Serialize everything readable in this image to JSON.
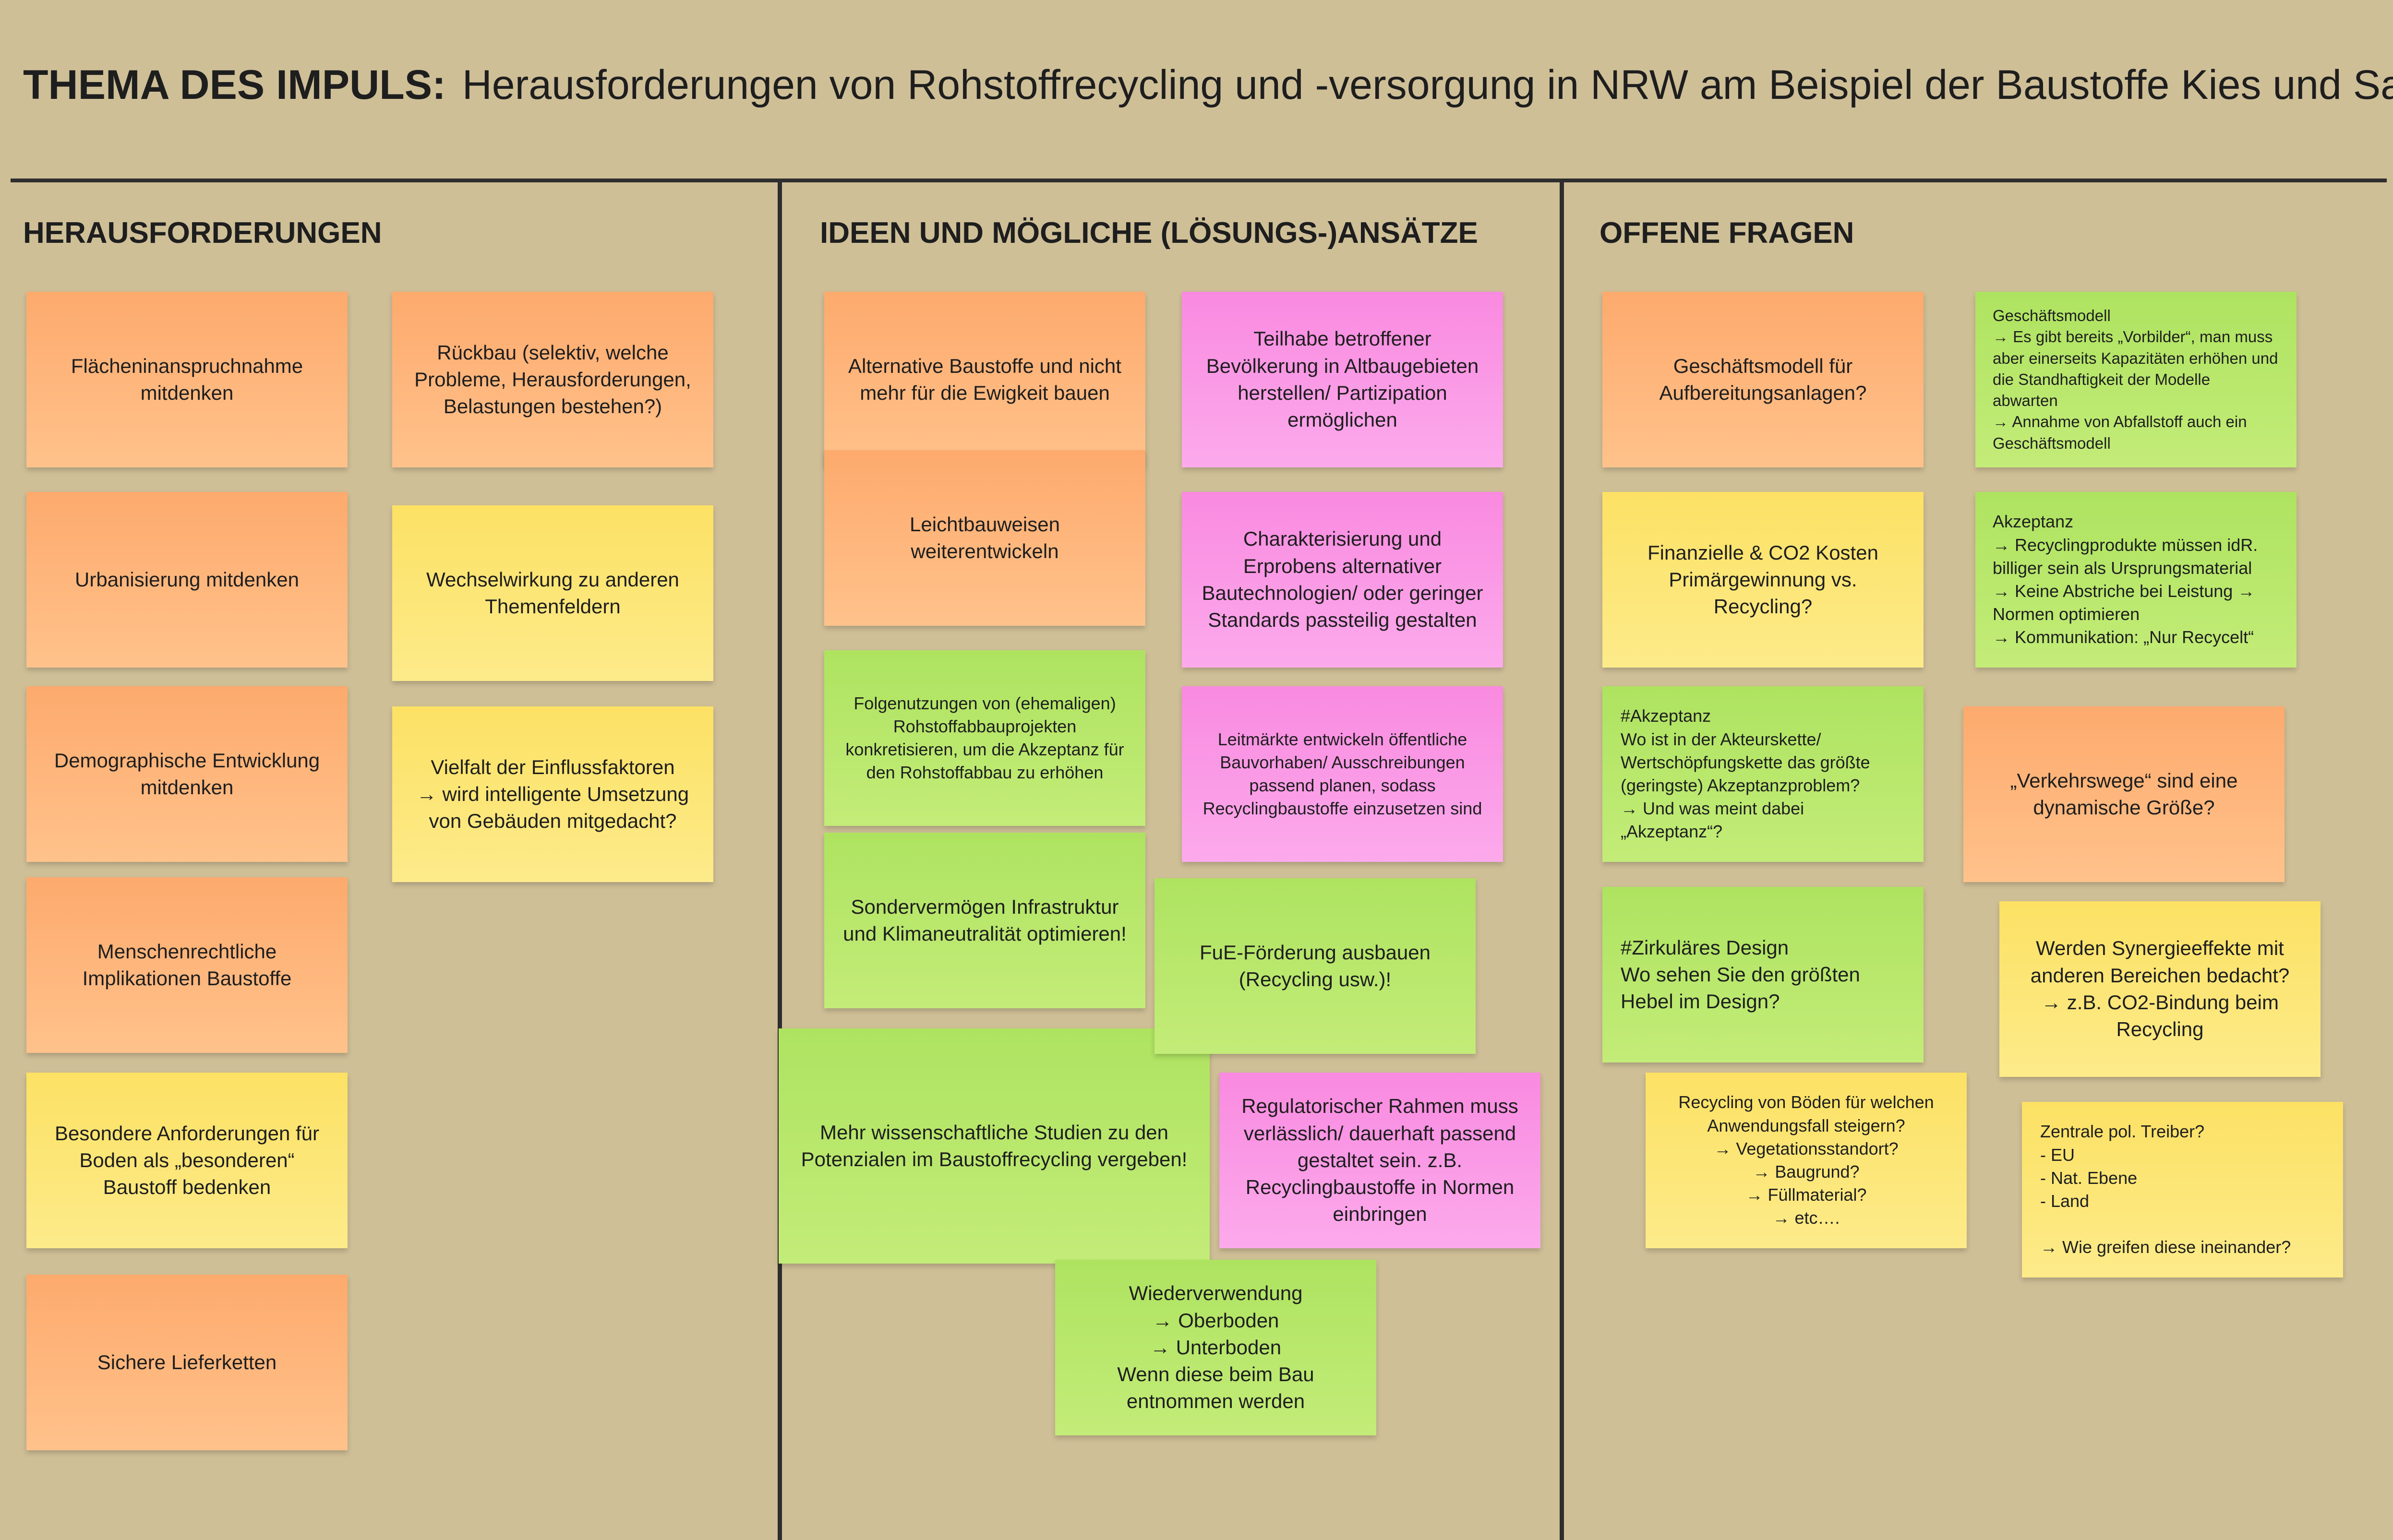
{
  "header": {
    "label": "THEMA DES IMPULS:",
    "title": "Herausforderungen von Rohstoffrecycling und -versorgung in NRW am Beispiel der Baustoffe Kies und Sand"
  },
  "columns": {
    "challenges": "HERAUSFORDERUNGEN",
    "ideas": "IDEEN UND MÖGLICHE (LÖSUNGS-)ANSÄTZE",
    "questions": "OFFENE FRAGEN"
  },
  "colors": {
    "background": "#cfbf97",
    "orange": "#fdaa6d",
    "yellow": "#fce164",
    "pink": "#f98ae0",
    "green": "#aee360"
  },
  "notes": {
    "challenges": {
      "flaecheninanspruchnahme": "Flächeninanspruchnahme mitdenken",
      "urbanisierung": "Urbanisierung mitdenken",
      "demographie": "Demographische Entwicklung mitdenken",
      "menschenrechte": "Menschenrechtliche Implikationen Baustoffe",
      "boden": "Besondere Anforderungen für Boden als „besonderen“ Baustoff bedenken",
      "lieferketten": "Sichere Lieferketten",
      "rueckbau": "Rückbau (selektiv, welche Probleme, Herausforderungen, Belastungen bestehen?)",
      "wechselwirkung": "Wechselwirkung zu anderen Themenfeldern",
      "vielfalt": "Vielfalt der Einflussfaktoren\n→ wird intelligente Umsetzung von Gebäuden mitgedacht?"
    },
    "ideas": {
      "alternative_baustoffe": "Alternative Baustoffe und nicht mehr für die Ewigkeit bauen",
      "leichtbau": "Leichtbauweisen weiterentwickeln",
      "folgenutzungen": "Folgenutzungen von (ehemaligen) Rohstoffabbauprojekten konkretisieren, um die Akzeptanz für den Rohstoffabbau zu erhöhen",
      "sondervermoegen": "Sondervermögen Infrastruktur und Klimaneutralität optimieren!",
      "studien": "Mehr wissenschaftliche Studien zu den Potenzialen im Baustoffrecycling vergeben!",
      "teilhabe": "Teilhabe betroffener Bevölkerung in Altbaugebieten herstellen/ Partizipation ermöglichen",
      "technologien": "Charakterisierung und Erprobens alternativer Bautechnologien/ oder geringer Standards passteilig gestalten",
      "leitmaerkte": "Leitmärkte entwickeln öffentliche Bauvorhaben/ Ausschreibungen passend planen, sodass Recyclingbaustoffe einzusetzen sind",
      "fue": "FuE-Förderung ausbauen (Recycling usw.)!",
      "rahmen": "Regulatorischer Rahmen muss verlässlich/ dauerhaft passend gestaltet sein. z.B. Recyclingbaustoffe in Normen einbringen",
      "wiederverwendung": "Wiederverwendung\n→ Oberboden\n→ Unterboden\nWenn diese beim Bau entnommen werden"
    },
    "questions": {
      "geschaeftsmodell_frage": "Geschäftsmodell für Aufbereitungsanlagen?",
      "kosten": "Finanzielle & CO2 Kosten Primärgewinnung vs. Recycling?",
      "akzeptanz_frage": "#Akzeptanz\nWo ist in der Akteurskette/ Wertschöpfungskette das größte (geringste) Akzeptanzproblem?\n→ Und was meint dabei „Akzeptanz“?",
      "design": "#Zirkuläres Design\nWo sehen Sie den größten Hebel im Design?",
      "recycling_boeden": "Recycling von Böden für welchen Anwendungsfall steigern?\n→ Vegetationsstandort?\n→ Baugrund?\n→ Füllmaterial?\n→ etc….",
      "geschaeftsmodell_antwort": "Geschäftsmodell\n → Es gibt bereits „Vorbilder“, man muss aber einerseits Kapazitäten erhöhen und die Standhaftigkeit der Modelle abwarten\n→ Annahme von Abfallstoff auch ein Geschäftsmodell",
      "akzeptanz_antwort": "Akzeptanz\n→ Recyclingprodukte müssen idR. billiger sein als Ursprungsmaterial\n→ Keine Abstriche bei Leistung → Normen optimieren\n→ Kommunikation: „Nur Recycelt“",
      "verkehrswege": "„Verkehrswege“ sind eine dynamische Größe?",
      "synergie": "Werden Synergieeffekte mit anderen Bereichen bedacht?\n→ z.B. CO2-Bindung beim Recycling",
      "treiber": "Zentrale pol. Treiber?\n- EU\n- Nat. Ebene\n- Land\n\n→ Wie greifen diese ineinander?"
    }
  }
}
